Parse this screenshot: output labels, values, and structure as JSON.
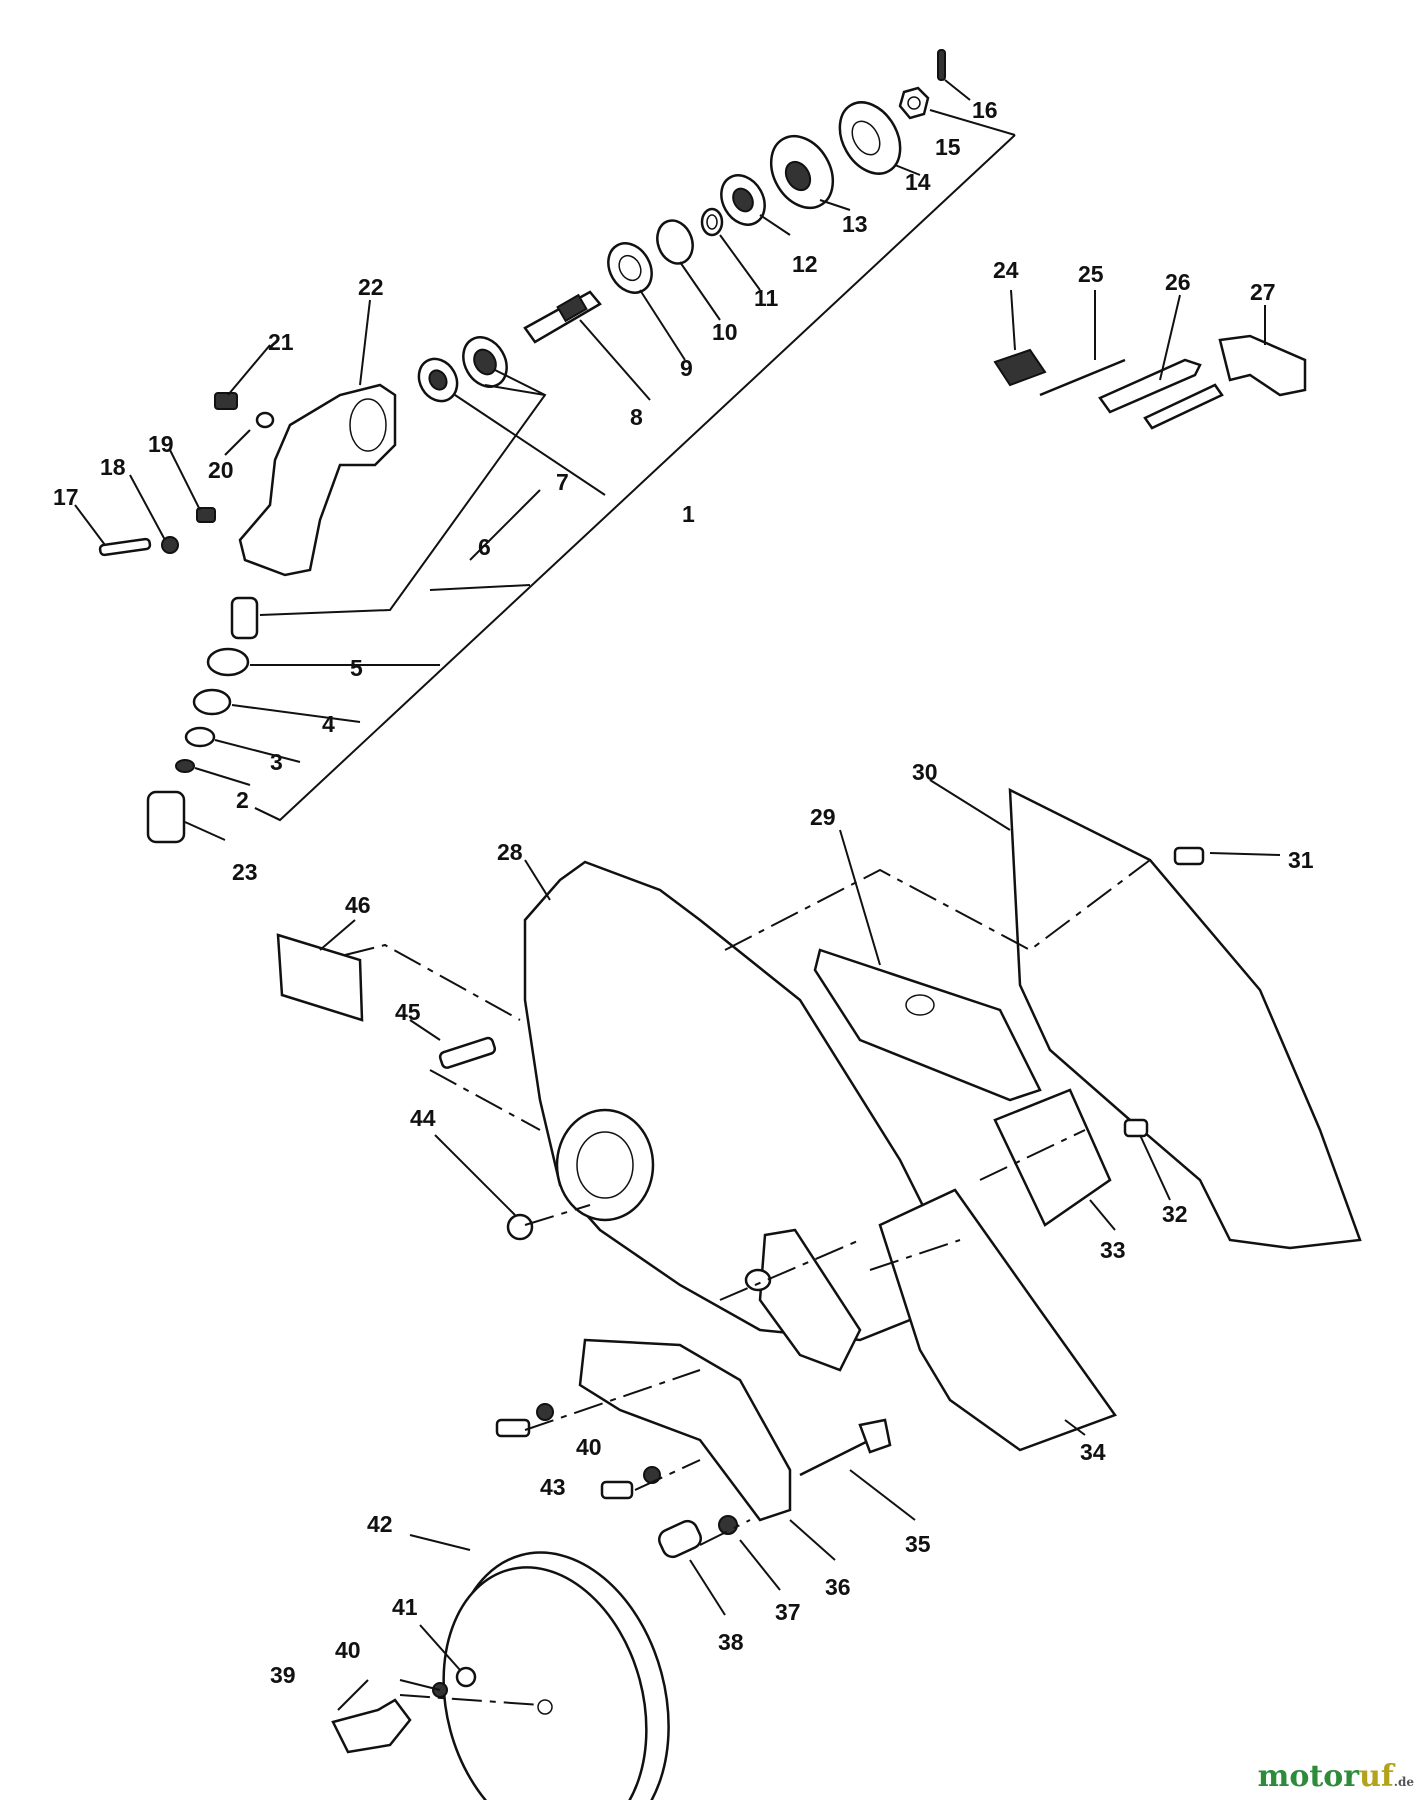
{
  "diagram": {
    "labels": [
      "1",
      "2",
      "3",
      "4",
      "5",
      "6",
      "7",
      "8",
      "9",
      "10",
      "11",
      "12",
      "13",
      "14",
      "15",
      "16",
      "17",
      "18",
      "19",
      "20",
      "21",
      "22",
      "23",
      "24",
      "25",
      "26",
      "27",
      "28",
      "29",
      "30",
      "31",
      "32",
      "33",
      "34",
      "35",
      "36",
      "37",
      "38",
      "39",
      "40",
      "40",
      "41",
      "42",
      "43",
      "44",
      "45",
      "46"
    ]
  },
  "watermark": {
    "brand_part1": "motor",
    "brand_part2": "uf",
    "brand_suffix": ".de"
  }
}
